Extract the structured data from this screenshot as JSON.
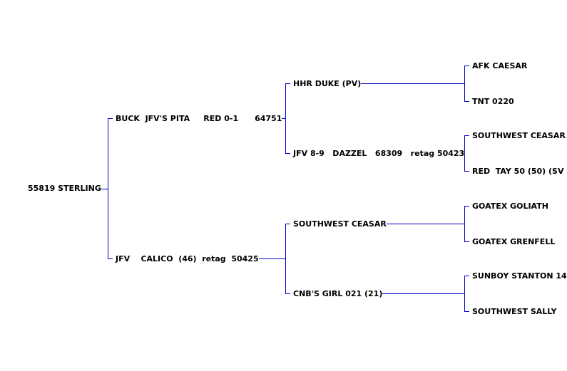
{
  "pedigree": {
    "subject": "55819 STERLING",
    "sire": {
      "name": "BUCK  JFV'S PITA     RED 0-1      64751",
      "sire": {
        "name": "HHR DUKE (PV)",
        "sire": "AFK CAESAR",
        "dam": "TNT 0220"
      },
      "dam": {
        "name": "JFV 8-9   DAZZEL   68309   retag 50423",
        "sire": "SOUTHWEST CEASAR",
        "dam": "RED  TAY 50 (50) (SV"
      }
    },
    "dam": {
      "name": "JFV    CALICO  (46)  retag  50425",
      "sire": {
        "name": "SOUTHWEST CEASAR",
        "sire": "GOATEX GOLIATH",
        "dam": "GOATEX GRENFELL"
      },
      "dam": {
        "name": "CNB'S GIRL 021 (21)",
        "sire": "SUNBOY STANTON 14",
        "dam": "SOUTHWEST SALLY"
      }
    }
  },
  "colors": {
    "line": "#0000cc",
    "text": "#000000",
    "background": "#ffffff"
  }
}
